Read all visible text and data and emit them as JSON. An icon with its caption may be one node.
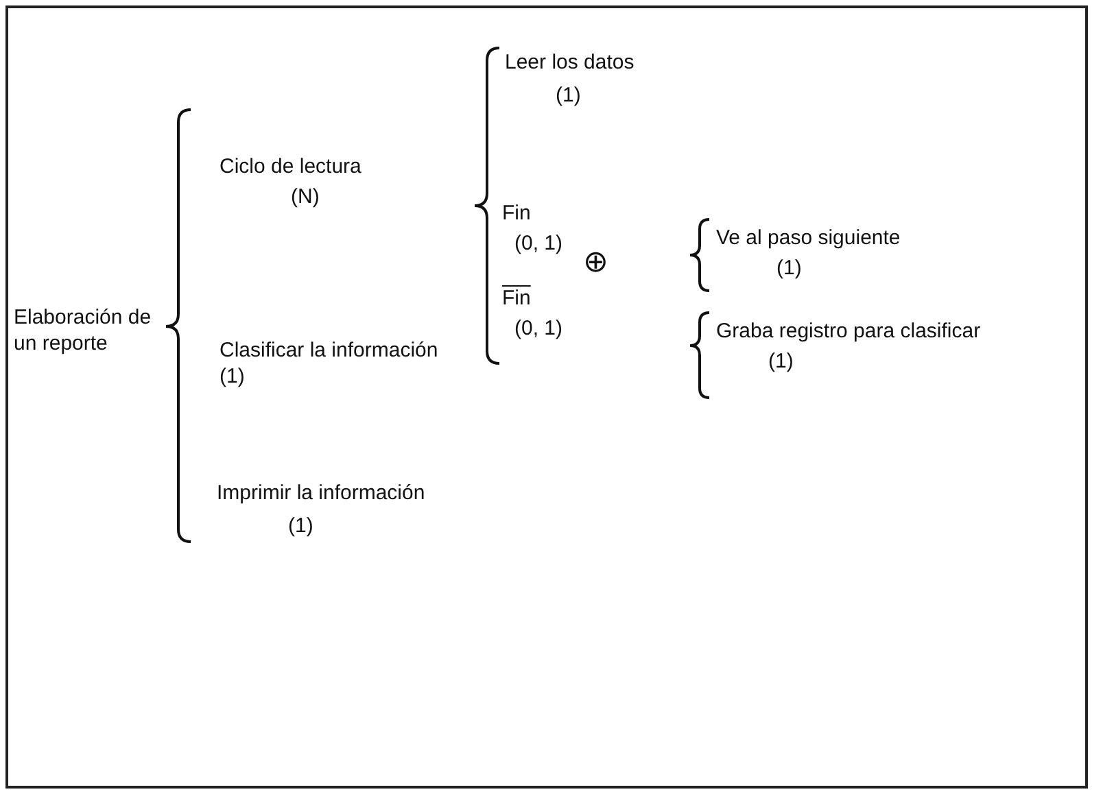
{
  "diagram": {
    "labels": [
      "Elaboración de un reporte",
      "Ciclo de lectura",
      "(N)",
      "Clasificar la información (1)",
      "Imprimir la información",
      "(1)",
      "Leer los datos",
      "(1)",
      "Fin",
      "(0, 1)",
      "⊕",
      "Fin",
      "(0, 1)",
      "Ve al paso siguiente",
      "(1)",
      "Graba registro para clasificar",
      "(1)"
    ]
  }
}
